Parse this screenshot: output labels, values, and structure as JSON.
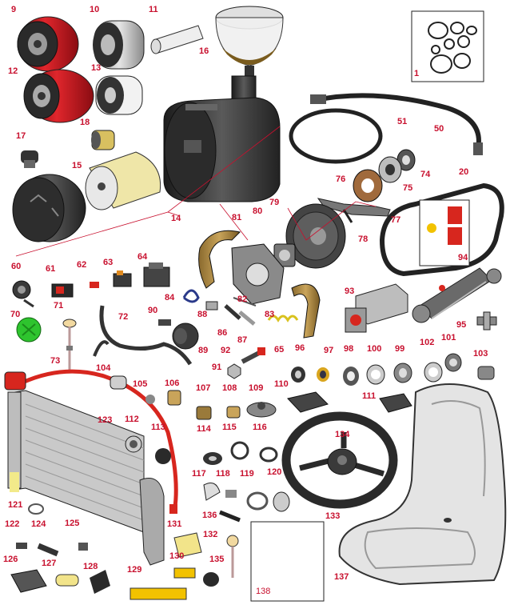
{
  "part_numbers": [
    "1",
    "9",
    "10",
    "11",
    "12",
    "13",
    "14",
    "15",
    "16",
    "17",
    "18",
    "20",
    "50",
    "51",
    "60",
    "61",
    "62",
    "63",
    "64",
    "65",
    "70",
    "71",
    "72",
    "73",
    "74",
    "75",
    "76",
    "77",
    "78",
    "79",
    "80",
    "81",
    "82",
    "83",
    "84",
    "86",
    "87",
    "88",
    "89",
    "90",
    "91",
    "92",
    "93",
    "94",
    "95",
    "96",
    "97",
    "98",
    "99",
    "100",
    "101",
    "102",
    "103",
    "104",
    "105",
    "106",
    "107",
    "108",
    "109",
    "110",
    "111",
    "112",
    "113",
    "114",
    "115",
    "116",
    "117",
    "118",
    "119",
    "120",
    "121",
    "122",
    "123",
    "124",
    "125",
    "126",
    "127",
    "128",
    "129",
    "130",
    "131",
    "132",
    "133",
    "134",
    "135",
    "136",
    "137",
    "138"
  ],
  "colors": {
    "label": "#c8102e",
    "leader": "#c8102e",
    "outline": "#222222",
    "filter_red": "#c0141c",
    "hose_red": "#d7261e",
    "dark_part": "#3a3a3a",
    "seat_gray": "#e4e4e4"
  },
  "icons": [
    "fuel-filter-icon",
    "air-cleaner-icon",
    "radiator-icon",
    "steering-wheel-icon",
    "seat-icon",
    "brake-disc-icon",
    "hydraulic-pump-icon",
    "cylinder-icon",
    "belt-icon",
    "seal-kit-icon"
  ]
}
